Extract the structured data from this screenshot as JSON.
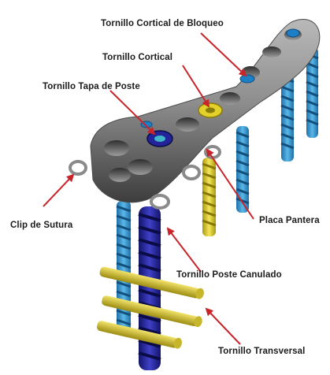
{
  "labels": {
    "locking_cortical_screw": "Tornillo Cortical de Bloqueo",
    "cortical_screw": "Tornillo Cortical",
    "post_cap_screw": "Tornillo Tapa de Poste",
    "suture_clip": "Clip de Sutura",
    "panther_plate": "Placa Pantera",
    "cannulated_post_screw": "Tornillo Poste Canulado",
    "transverse_screw": "Tornillo Transversal"
  },
  "colors": {
    "arrow": "#c8252b",
    "plate": "#8c8c8c",
    "cortical_screw": "#3a9ad0",
    "locking_screw_head": "#1e7fc4",
    "yellow_screw": "#e3d12b",
    "post_screw": "#23249a",
    "clip": "#9a9a9a",
    "label_text": "#1b1b1b"
  }
}
